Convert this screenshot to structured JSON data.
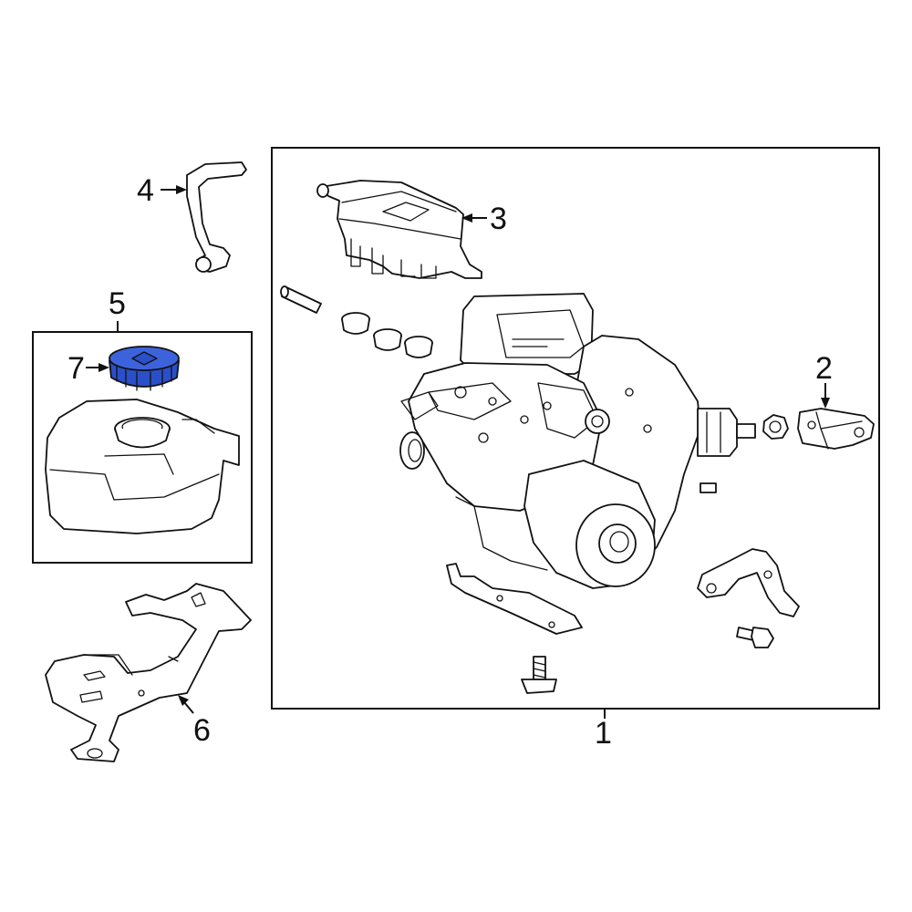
{
  "diagram": {
    "highlight_color": "#2b4fc9",
    "line_color": "#111111",
    "callouts": {
      "c1": "1",
      "c2": "2",
      "c3": "3",
      "c4": "4",
      "c5": "5",
      "c6": "6",
      "c7": "7"
    }
  }
}
